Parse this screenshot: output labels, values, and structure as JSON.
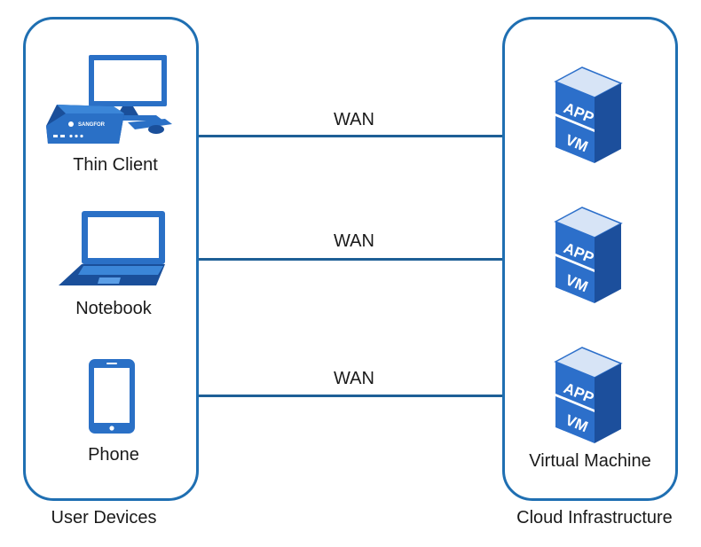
{
  "groups": {
    "user_devices": {
      "title": "User Devices",
      "devices": [
        {
          "label": "Thin Client",
          "icon": "thin-client-icon",
          "brand": "SANGFOR"
        },
        {
          "label": "Notebook",
          "icon": "laptop-icon"
        },
        {
          "label": "Phone",
          "icon": "phone-icon"
        }
      ]
    },
    "cloud_infrastructure": {
      "title": "Cloud Infrastructure",
      "vm_caption": "Virtual Machine",
      "vms": [
        {
          "top_label": "APP",
          "bottom_label": "VM"
        },
        {
          "top_label": "APP",
          "bottom_label": "VM"
        },
        {
          "top_label": "APP",
          "bottom_label": "VM"
        }
      ]
    }
  },
  "links": [
    {
      "label": "WAN"
    },
    {
      "label": "WAN"
    },
    {
      "label": "WAN"
    }
  ],
  "colors": {
    "border": "#1f6fb2",
    "line": "#1d5f96",
    "device_blue": "#2a70c6",
    "device_dark": "#1a4f9a",
    "vm_front": "#2c6fca",
    "vm_side": "#1c4f9c",
    "vm_top": "#d7e4f6"
  }
}
